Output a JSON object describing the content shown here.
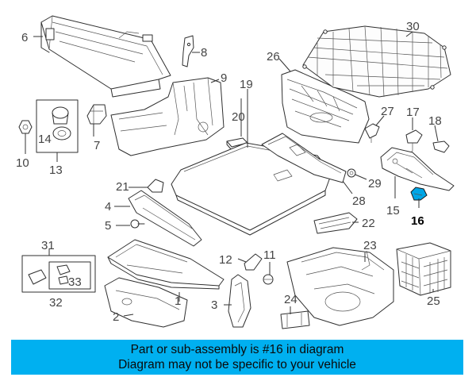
{
  "diagram": {
    "callouts": {
      "c1": "1",
      "c2": "2",
      "c3": "3",
      "c4": "4",
      "c5": "5",
      "c6": "6",
      "c7": "7",
      "c8": "8",
      "c9": "9",
      "c10": "10",
      "c11": "11",
      "c12": "12",
      "c13": "13",
      "c14": "14",
      "c15": "15",
      "c16": "16",
      "c17": "17",
      "c18": "18",
      "c19": "19",
      "c20": "20",
      "c21": "21",
      "c22": "22",
      "c23": "23",
      "c24": "24",
      "c25": "25",
      "c26": "26",
      "c27": "27",
      "c28": "28",
      "c29": "29",
      "c30": "30",
      "c31": "31",
      "c32": "32",
      "c33": "33"
    },
    "highlighted_part": "16",
    "highlight_color": "#00a6e6"
  },
  "banner": {
    "line1": "Part or sub-assembly is #16 in diagram",
    "line2": "Diagram may not be specific to your vehicle",
    "color": "#00b0f0"
  }
}
